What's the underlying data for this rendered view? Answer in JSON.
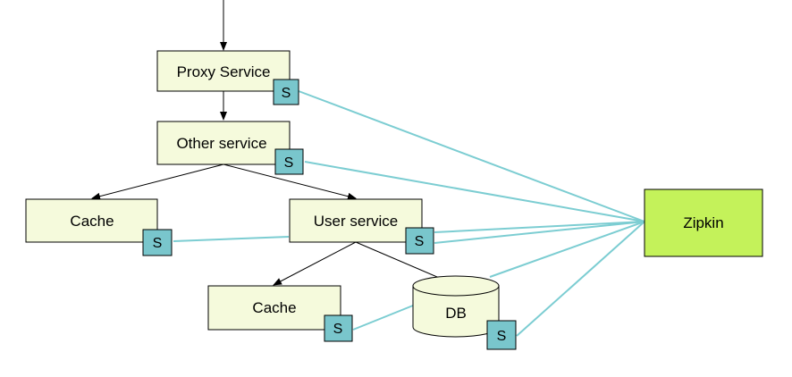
{
  "nodes": {
    "proxy_service": "Proxy Service",
    "other_service": "Other service",
    "cache_left": "Cache",
    "user_service": "User service",
    "cache_bottom": "Cache",
    "db": "DB",
    "zipkin": "Zipkin"
  },
  "span_marker": "S",
  "colors": {
    "service_fill": "#f5fadc",
    "zipkin_fill": "#c4f25a",
    "span_fill": "#79c6cc",
    "trace_line": "#7ccdd2",
    "edge": "#000000"
  }
}
